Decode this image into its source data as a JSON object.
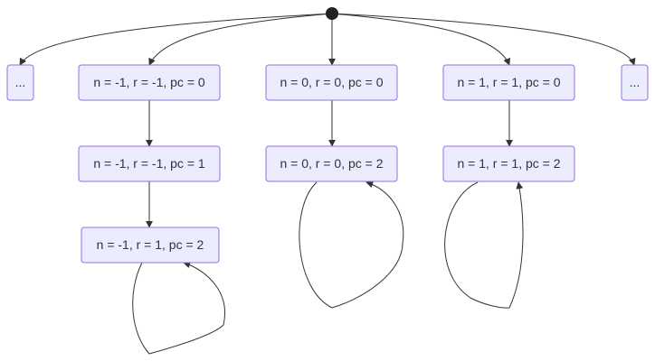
{
  "diagram": {
    "start": {
      "id": "start"
    },
    "nodes": [
      {
        "id": "left_ellipsis",
        "label": "..."
      },
      {
        "id": "nm1_rm1_pc0",
        "label": "n = -1, r = -1, pc = 0"
      },
      {
        "id": "nm1_rm1_pc1",
        "label": "n = -1, r = -1, pc = 1"
      },
      {
        "id": "nm1_r1_pc2",
        "label": "n = -1, r = 1, pc = 2"
      },
      {
        "id": "n0_r0_pc0",
        "label": "n = 0, r = 0, pc = 0"
      },
      {
        "id": "n0_r0_pc2",
        "label": "n = 0, r = 0, pc = 2"
      },
      {
        "id": "n1_r1_pc0",
        "label": "n = 1, r = 1, pc = 0"
      },
      {
        "id": "n1_r1_pc2",
        "label": "n = 1, r = 1, pc = 2"
      },
      {
        "id": "right_ellipsis",
        "label": "..."
      }
    ],
    "edges": [
      {
        "from": "start",
        "to": "left_ellipsis"
      },
      {
        "from": "start",
        "to": "nm1_rm1_pc0"
      },
      {
        "from": "start",
        "to": "n0_r0_pc0"
      },
      {
        "from": "start",
        "to": "n1_r1_pc0"
      },
      {
        "from": "start",
        "to": "right_ellipsis"
      },
      {
        "from": "nm1_rm1_pc0",
        "to": "nm1_rm1_pc1"
      },
      {
        "from": "nm1_rm1_pc1",
        "to": "nm1_r1_pc2"
      },
      {
        "from": "n0_r0_pc0",
        "to": "n0_r0_pc2"
      },
      {
        "from": "n1_r1_pc0",
        "to": "n1_r1_pc2"
      },
      {
        "from": "nm1_r1_pc2",
        "to": "nm1_r1_pc2",
        "self_loop": true
      },
      {
        "from": "n0_r0_pc2",
        "to": "n0_r0_pc2",
        "self_loop": true
      },
      {
        "from": "n1_r1_pc2",
        "to": "n1_r1_pc2",
        "self_loop": true
      }
    ]
  }
}
